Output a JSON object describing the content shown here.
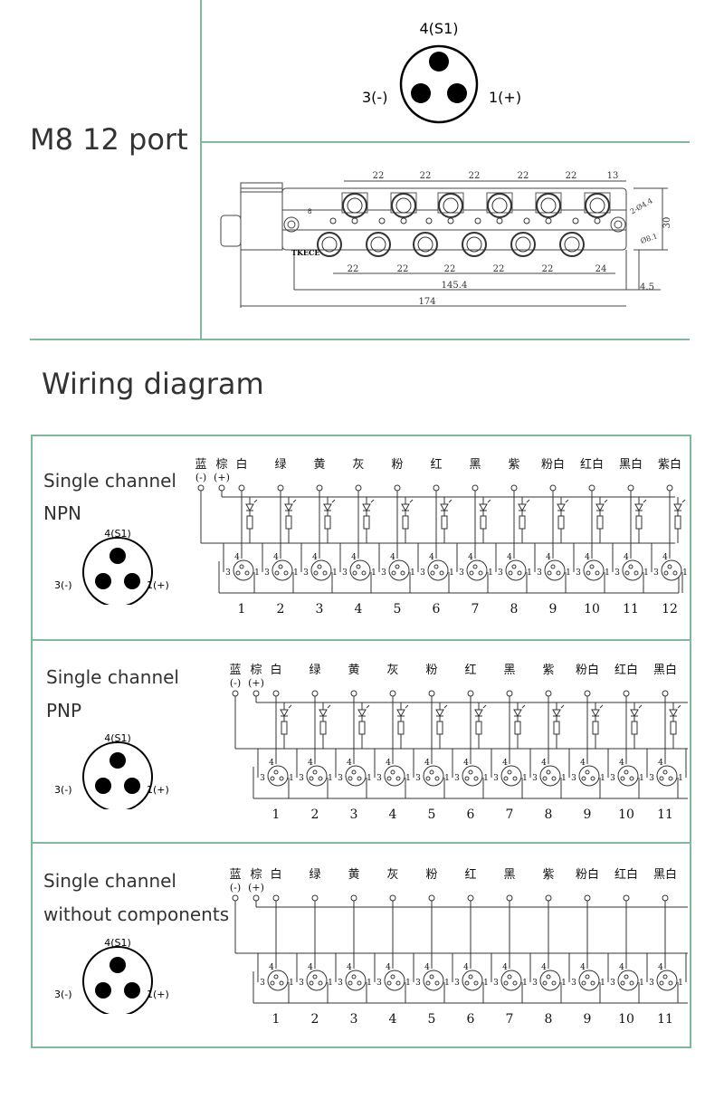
{
  "header": {
    "product_title": "M8 12 port",
    "wiring_title": "Wiring diagram",
    "top_connector": {
      "pin4": "4(S1)",
      "pin3": "3(-)",
      "pin1": "1(+)"
    }
  },
  "drawing": {
    "brand": "TKECE",
    "top_spacing": [
      "22",
      "22",
      "22",
      "22",
      "22",
      "13"
    ],
    "bottom_spacing": [
      "22",
      "22",
      "22",
      "22",
      "22",
      "24"
    ],
    "dim_145": "145.4",
    "dim_4_5": "4.5",
    "dim_174": "174",
    "dim_30": "30",
    "hole_label": "2-Ø4.4",
    "m8_label": "Ø8.1",
    "marker_8": "8"
  },
  "wire_colors": [
    "白",
    "绿",
    "黄",
    "灰",
    "粉",
    "红",
    "黑",
    "紫",
    "粉白",
    "红白",
    "黑白",
    "紫白"
  ],
  "common": {
    "blue": "蓝",
    "brown": "棕",
    "minus": "(-)",
    "plus": "(+)"
  },
  "port_numbers": [
    "1",
    "2",
    "3",
    "4",
    "5",
    "6",
    "7",
    "8",
    "9",
    "10",
    "11",
    "12"
  ],
  "pin_labels": {
    "p4": "4",
    "p3": "3",
    "p1": "1"
  },
  "panels": [
    {
      "line1": "Single channel",
      "line2": "NPN",
      "connector": {
        "pin4": "4(S1)",
        "pin3": "3(-)",
        "pin1": "1(+)"
      }
    },
    {
      "line1": "Single channel",
      "line2": "PNP",
      "connector": {
        "pin4": "4(S1)",
        "pin3": "3(-)",
        "pin1": "1(+)"
      }
    },
    {
      "line1": "Single channel",
      "line2": "without components",
      "connector": {
        "pin4": "4(S1)",
        "pin3": "3(-)",
        "pin1": "1(+)"
      }
    }
  ]
}
